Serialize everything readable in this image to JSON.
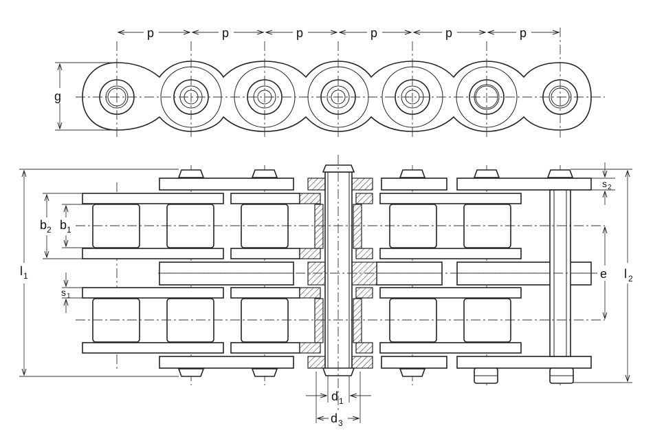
{
  "labels": {
    "pitch": "p",
    "plate_height": "g",
    "inner_width": "b",
    "inner_width_sub": "1",
    "outer_width": "b",
    "outer_width_sub": "2",
    "plate_thickness": "s",
    "plate_thickness_sub": "1",
    "outer_plate_thickness": "s",
    "outer_plate_thickness_sub": "2",
    "transverse_pitch": "e",
    "length_l1": "l",
    "length_l1_sub": "1",
    "length_l2": "l",
    "length_l2_sub": "2",
    "pin_diameter": "d",
    "pin_diameter_sub": "1",
    "bush_diameter": "d",
    "bush_diameter_sub": "3"
  }
}
